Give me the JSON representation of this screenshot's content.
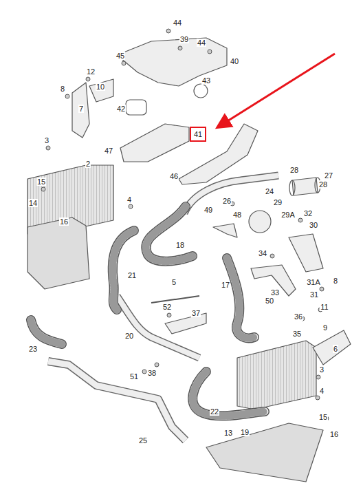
{
  "diagram": {
    "nodes": [
      {
        "text": [
          "41"
        ]
      }
    ],
    "labels": [
      "44",
      "39",
      "44",
      "45",
      "40",
      "12",
      "43",
      "10",
      "8",
      "42",
      "7",
      "47",
      "46",
      "3",
      "2",
      "28",
      "27",
      "15",
      "28",
      "4",
      "14",
      "16",
      "26",
      "49",
      "24",
      "29",
      "48",
      "29A",
      "32",
      "30",
      "18",
      "34",
      "17",
      "31A",
      "8",
      "21",
      "5",
      "33",
      "50",
      "11",
      "36",
      "52",
      "37",
      "9",
      "35",
      "6",
      "23",
      "20",
      "3",
      "51",
      "38",
      "4",
      "22",
      "15",
      "19",
      "13",
      "16",
      "25",
      "31"
    ]
  }
}
